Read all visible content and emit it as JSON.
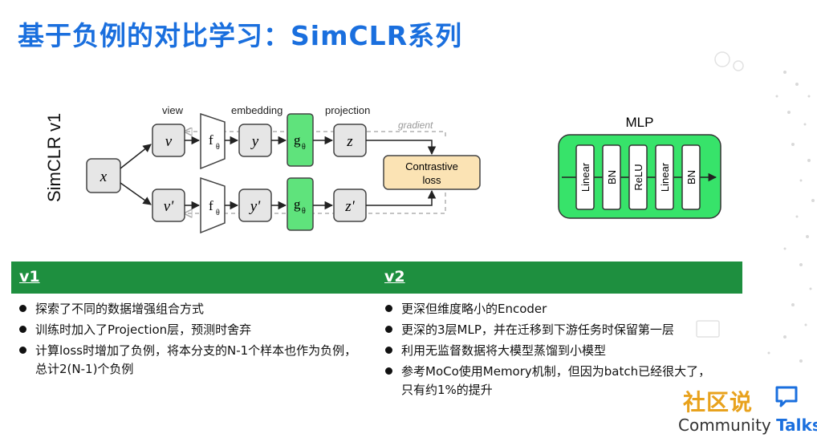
{
  "slide": {
    "title": "基于负例的对比学习：SimCLR系列"
  },
  "diagram": {
    "side_label": "SimCLR v1",
    "top_labels": {
      "view": "view",
      "embedding": "embedding",
      "projection": "projection",
      "gradient": "gradient"
    },
    "nodes": {
      "x": "x",
      "v": "v",
      "v_prime": "v'",
      "f": "f",
      "theta": "θ",
      "y": "y",
      "y_prime": "y'",
      "g": "g",
      "z": "z",
      "z_prime": "z'"
    },
    "loss": {
      "line1": "Contrastive",
      "line2": "loss"
    },
    "colors": {
      "green": "#5fe37c",
      "node_fill": "#e6e6e6",
      "loss_fill": "#fbe3b4"
    }
  },
  "mlp": {
    "title": "MLP",
    "layers": [
      "Linear",
      "BN",
      "ReLU",
      "Linear",
      "BN"
    ],
    "color": "#37e36a"
  },
  "table": {
    "header_color": "#1e8f3f",
    "v1": {
      "label": "v1",
      "items": [
        "探索了不同的数据增强组合方式",
        "训练时加入了Projection层，预测时舍弃",
        "计算loss时增加了负例，将本分支的N-1个样本也作为负例，",
        "总计2(N-1)个负例"
      ]
    },
    "v2": {
      "label": "v2",
      "items": [
        "更深但维度略小的Encoder",
        "更深的3层MLP，并在迁移到下游任务时保留第一层",
        "利用无监督数据将大模型蒸馏到小模型",
        "参考MoCo使用Memory机制，但因为batch已经很大了，",
        "只有约1%的提升"
      ]
    }
  },
  "logo": {
    "cn": "社区说",
    "en_prefix": "Community ",
    "en_suffix": "Talks"
  }
}
